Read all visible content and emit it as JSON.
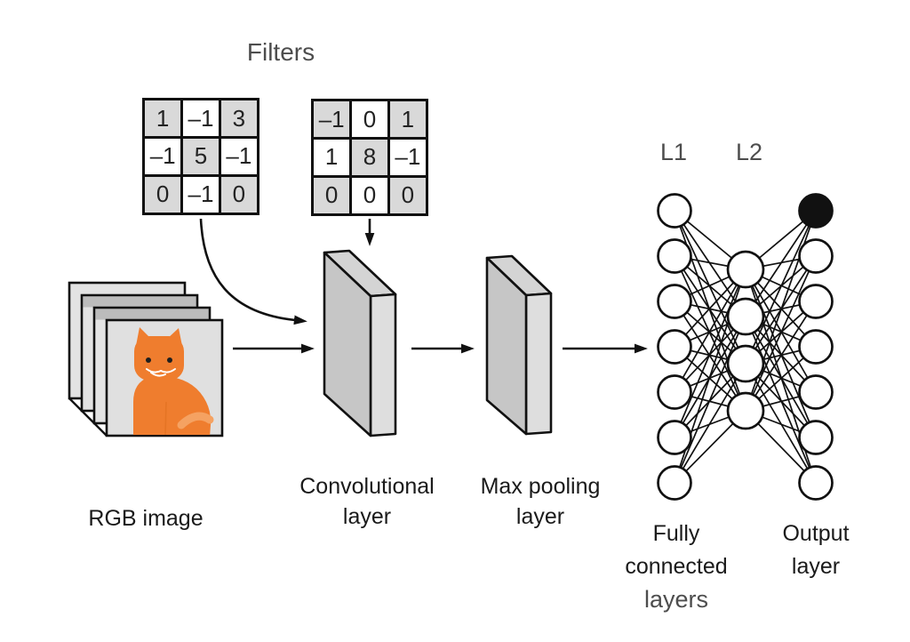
{
  "title": "Filters",
  "filters": {
    "grids": [
      {
        "name": "filter-1",
        "values": [
          [
            "1",
            "–1",
            "3"
          ],
          [
            "–1",
            "5",
            "–1"
          ],
          [
            "0",
            "–1",
            "0"
          ]
        ]
      },
      {
        "name": "filter-2",
        "values": [
          [
            "–1",
            "0",
            "1"
          ],
          [
            "1",
            "8",
            "–1"
          ],
          [
            "0",
            "0",
            "0"
          ]
        ]
      }
    ],
    "cell_gray": "#d9d9d9"
  },
  "labels": {
    "rgb_image": "RGB image",
    "conv_line1": "Convolutional",
    "conv_line2": "layer",
    "pool_line1": "Max pooling",
    "pool_line2": "layer",
    "fc_line1": "Fully",
    "fc_line2": "connected",
    "fc_line3": "layers",
    "out_line1": "Output",
    "out_line2": "layer",
    "l1": "L1",
    "l2": "L2"
  },
  "network": {
    "l1_count": 7,
    "l2_count": 4,
    "output_count": 7,
    "highlighted_output_index": 0,
    "node_fill": "#ffffff",
    "highlight_fill": "#111111",
    "stroke": "#111111"
  },
  "colors": {
    "cat_orange": "#ef7d2e",
    "cat_orange_light": "#f5a262",
    "slab_front": "#c6c6c6",
    "slab_top": "#d4d4d4",
    "slab_side": "#dedede",
    "image_bg": "#e0e0e0",
    "stack_band": "#bcbcbc",
    "line_black": "#111111",
    "muted_text": "#4d4d4d"
  }
}
